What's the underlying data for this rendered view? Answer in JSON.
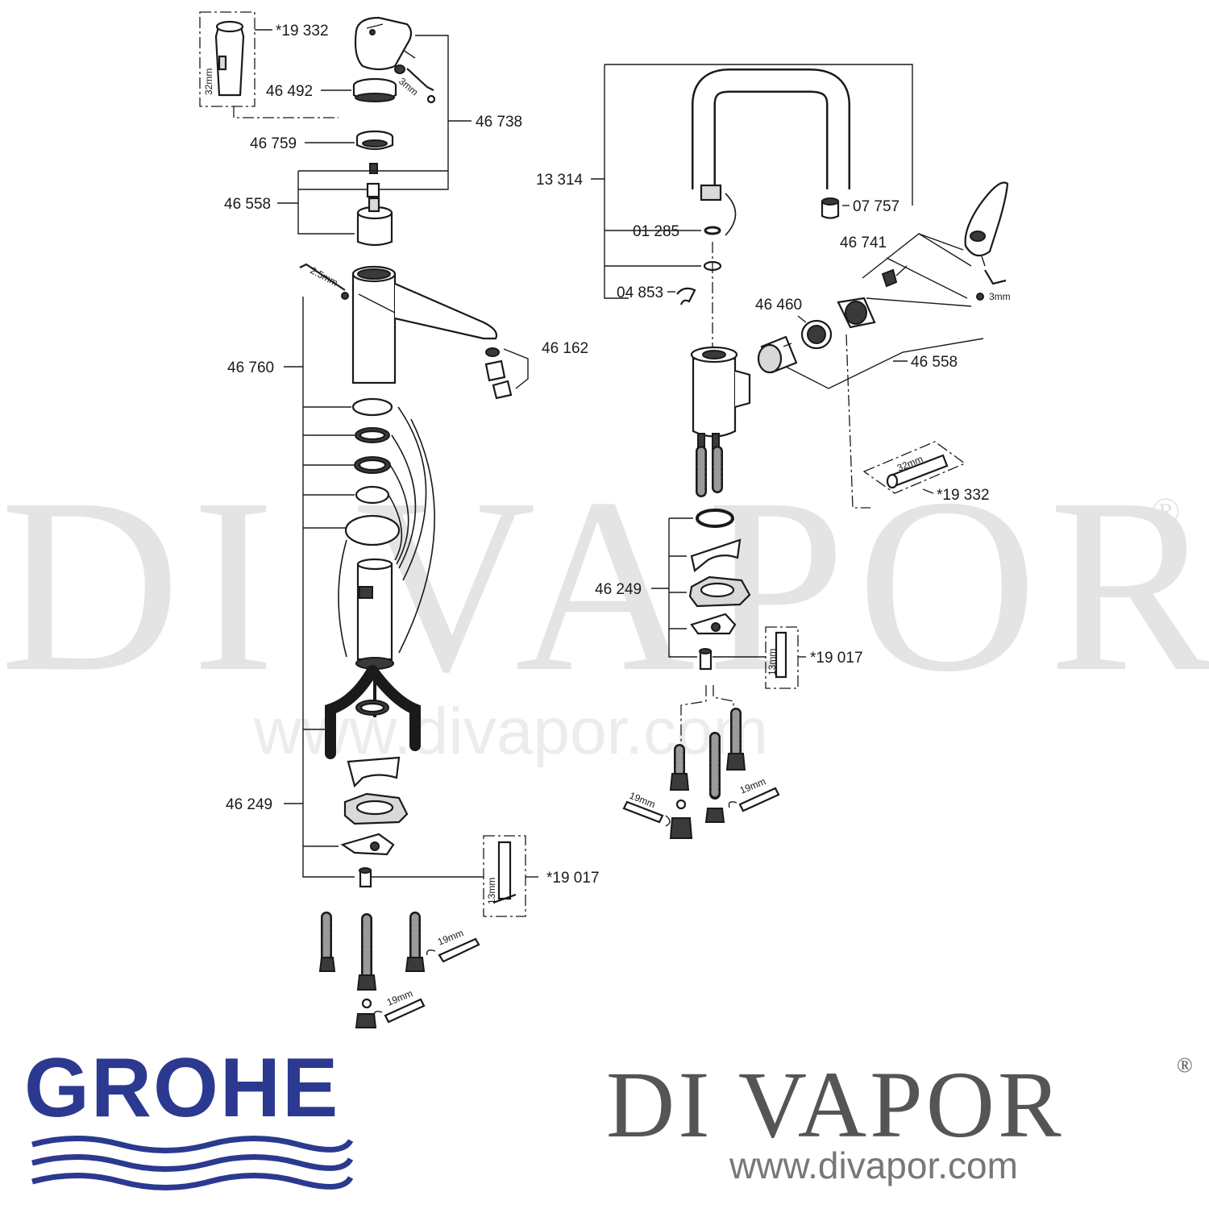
{
  "watermark": {
    "brand": "DI VAPOR",
    "registered": "®",
    "url": "www.divapor.com"
  },
  "branding": {
    "manufacturer": "GROHE",
    "dealer": "DI VAPOR",
    "dealer_registered": "®",
    "dealer_url": "www.divapor.com"
  },
  "colors": {
    "grohe_blue": "#2b3990",
    "line": "#1a1a1a",
    "watermark": "#e4e4e4",
    "dealer_text": "#555555"
  },
  "left_assembly": {
    "parts": {
      "p19332": "*19 332",
      "p46492": "46 492",
      "p46738": "46 738",
      "p46759": "46 759",
      "p46558": "46 558",
      "p46760": "46 760",
      "p46162": "46 162",
      "p46249": "46 249",
      "p19017": "*19 017"
    },
    "dimensions": {
      "tool_32": "32mm",
      "hex_3": "3mm",
      "hex_2_5": "2.5mm",
      "tool_13": "13mm",
      "wrench_19_a": "19mm",
      "wrench_19_b": "19mm"
    }
  },
  "right_assembly": {
    "parts": {
      "p13314": "13 314",
      "p07757": "07 757",
      "p01285": "01 285",
      "p46741": "46 741",
      "p04853": "04 853",
      "p46460": "46 460",
      "p46558": "46 558",
      "p19332": "*19 332",
      "p46249": "46 249",
      "p19017": "*19 017"
    },
    "dimensions": {
      "hex_3": "3mm",
      "tool_32": "32mm",
      "tool_13": "13mm",
      "wrench_19_a": "19mm",
      "wrench_19_b": "19mm"
    }
  }
}
